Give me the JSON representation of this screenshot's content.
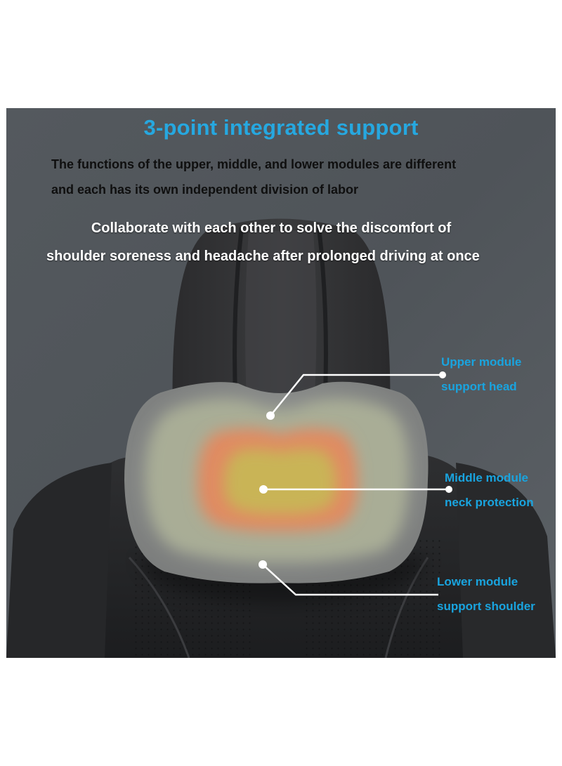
{
  "headline": "3-point integrated support",
  "description": {
    "line1": "The functions of the upper, middle, and lower modules are different",
    "line2": "and each has its own independent division of labor"
  },
  "tagline": {
    "line1": "Collaborate with each other to solve the discomfort of",
    "line2": "shoulder soreness and headache after prolonged driving at once"
  },
  "callouts": {
    "upper": {
      "line1": "Upper module",
      "line2": "support head"
    },
    "middle": {
      "line1": "Middle module",
      "line2": "neck protection"
    },
    "lower": {
      "line1": "Lower module",
      "line2": "support shoulder"
    }
  },
  "colors": {
    "accent": "#26a8e0",
    "callout_text": "#19a4df",
    "pillow_outer": "#8b8d8c",
    "zone_upper": "#a9ad96",
    "zone_middle": "#e08b62",
    "zone_core": "#c9b457",
    "leader_line": "#ffffff"
  }
}
